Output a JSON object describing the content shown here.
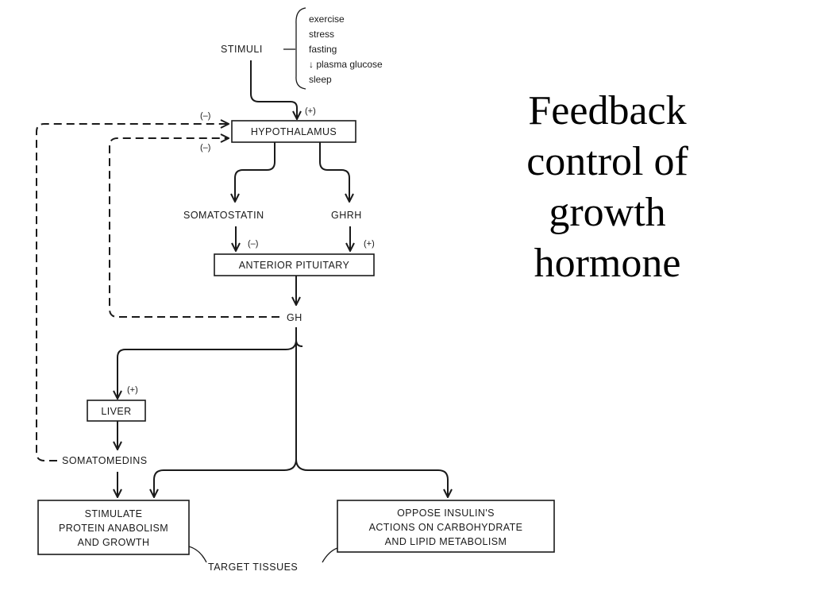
{
  "title": {
    "lines": [
      "Feedback",
      "control of",
      "growth",
      "hormone"
    ]
  },
  "diagram": {
    "stimuli": {
      "label": "STIMULI",
      "items": [
        "exercise",
        "stress",
        "fasting",
        "↓ plasma glucose",
        "sleep"
      ]
    },
    "nodes": {
      "hypothalamus": "HYPOTHALAMUS",
      "somatostatin": "SOMATOSTATIN",
      "ghrh": "GHRH",
      "anterior_pituitary": "ANTERIOR PITUITARY",
      "gh": "GH",
      "liver": "LIVER",
      "somatomedins": "SOMATOMEDINS",
      "target_tissues": "TARGET TISSUES"
    },
    "effects": {
      "left": [
        "STIMULATE",
        "PROTEIN ANABOLISM",
        "AND GROWTH"
      ],
      "right": [
        "OPPOSE INSULIN'S",
        "ACTIONS ON CARBOHYDRATE",
        "AND LIPID METABOLISM"
      ]
    },
    "signs": {
      "stimuli_to_hypothalamus": "(+)",
      "somatomedins_feedback": "(–)",
      "gh_feedback": "(–)",
      "somatostatin_to_pituitary": "(–)",
      "ghrh_to_pituitary": "(+)",
      "gh_to_liver": "(+)"
    }
  }
}
